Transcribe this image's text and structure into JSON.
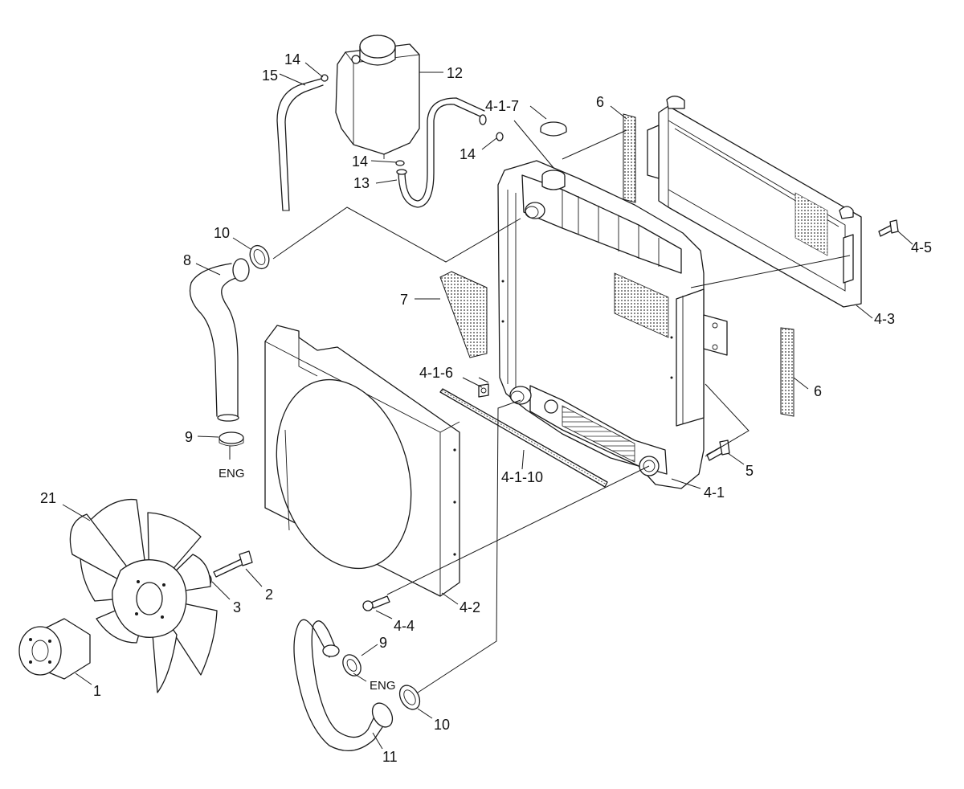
{
  "labels": {
    "p14a": "14",
    "p15": "15",
    "p12": "12",
    "p4_1_7": "4-1-7",
    "p6a": "6",
    "p14b": "14",
    "p14c": "14",
    "p13": "13",
    "p10a": "10",
    "p8": "8",
    "p4_5": "4-5",
    "p7": "7",
    "p4_3": "4-3",
    "p4_1_6": "4-1-6",
    "p6b": "6",
    "p9a": "9",
    "eng_a": "ENG",
    "p4_1_10": "4-1-10",
    "p5": "5",
    "p4_1": "4-1",
    "p21": "21",
    "p2": "2",
    "p3": "3",
    "p4_4": "4-4",
    "p4_2": "4-2",
    "p9b": "9",
    "eng_b": "ENG",
    "p1": "1",
    "p10b": "10",
    "p11": "11"
  },
  "colors": {
    "line": "#1a1a1a",
    "background": "#ffffff"
  }
}
